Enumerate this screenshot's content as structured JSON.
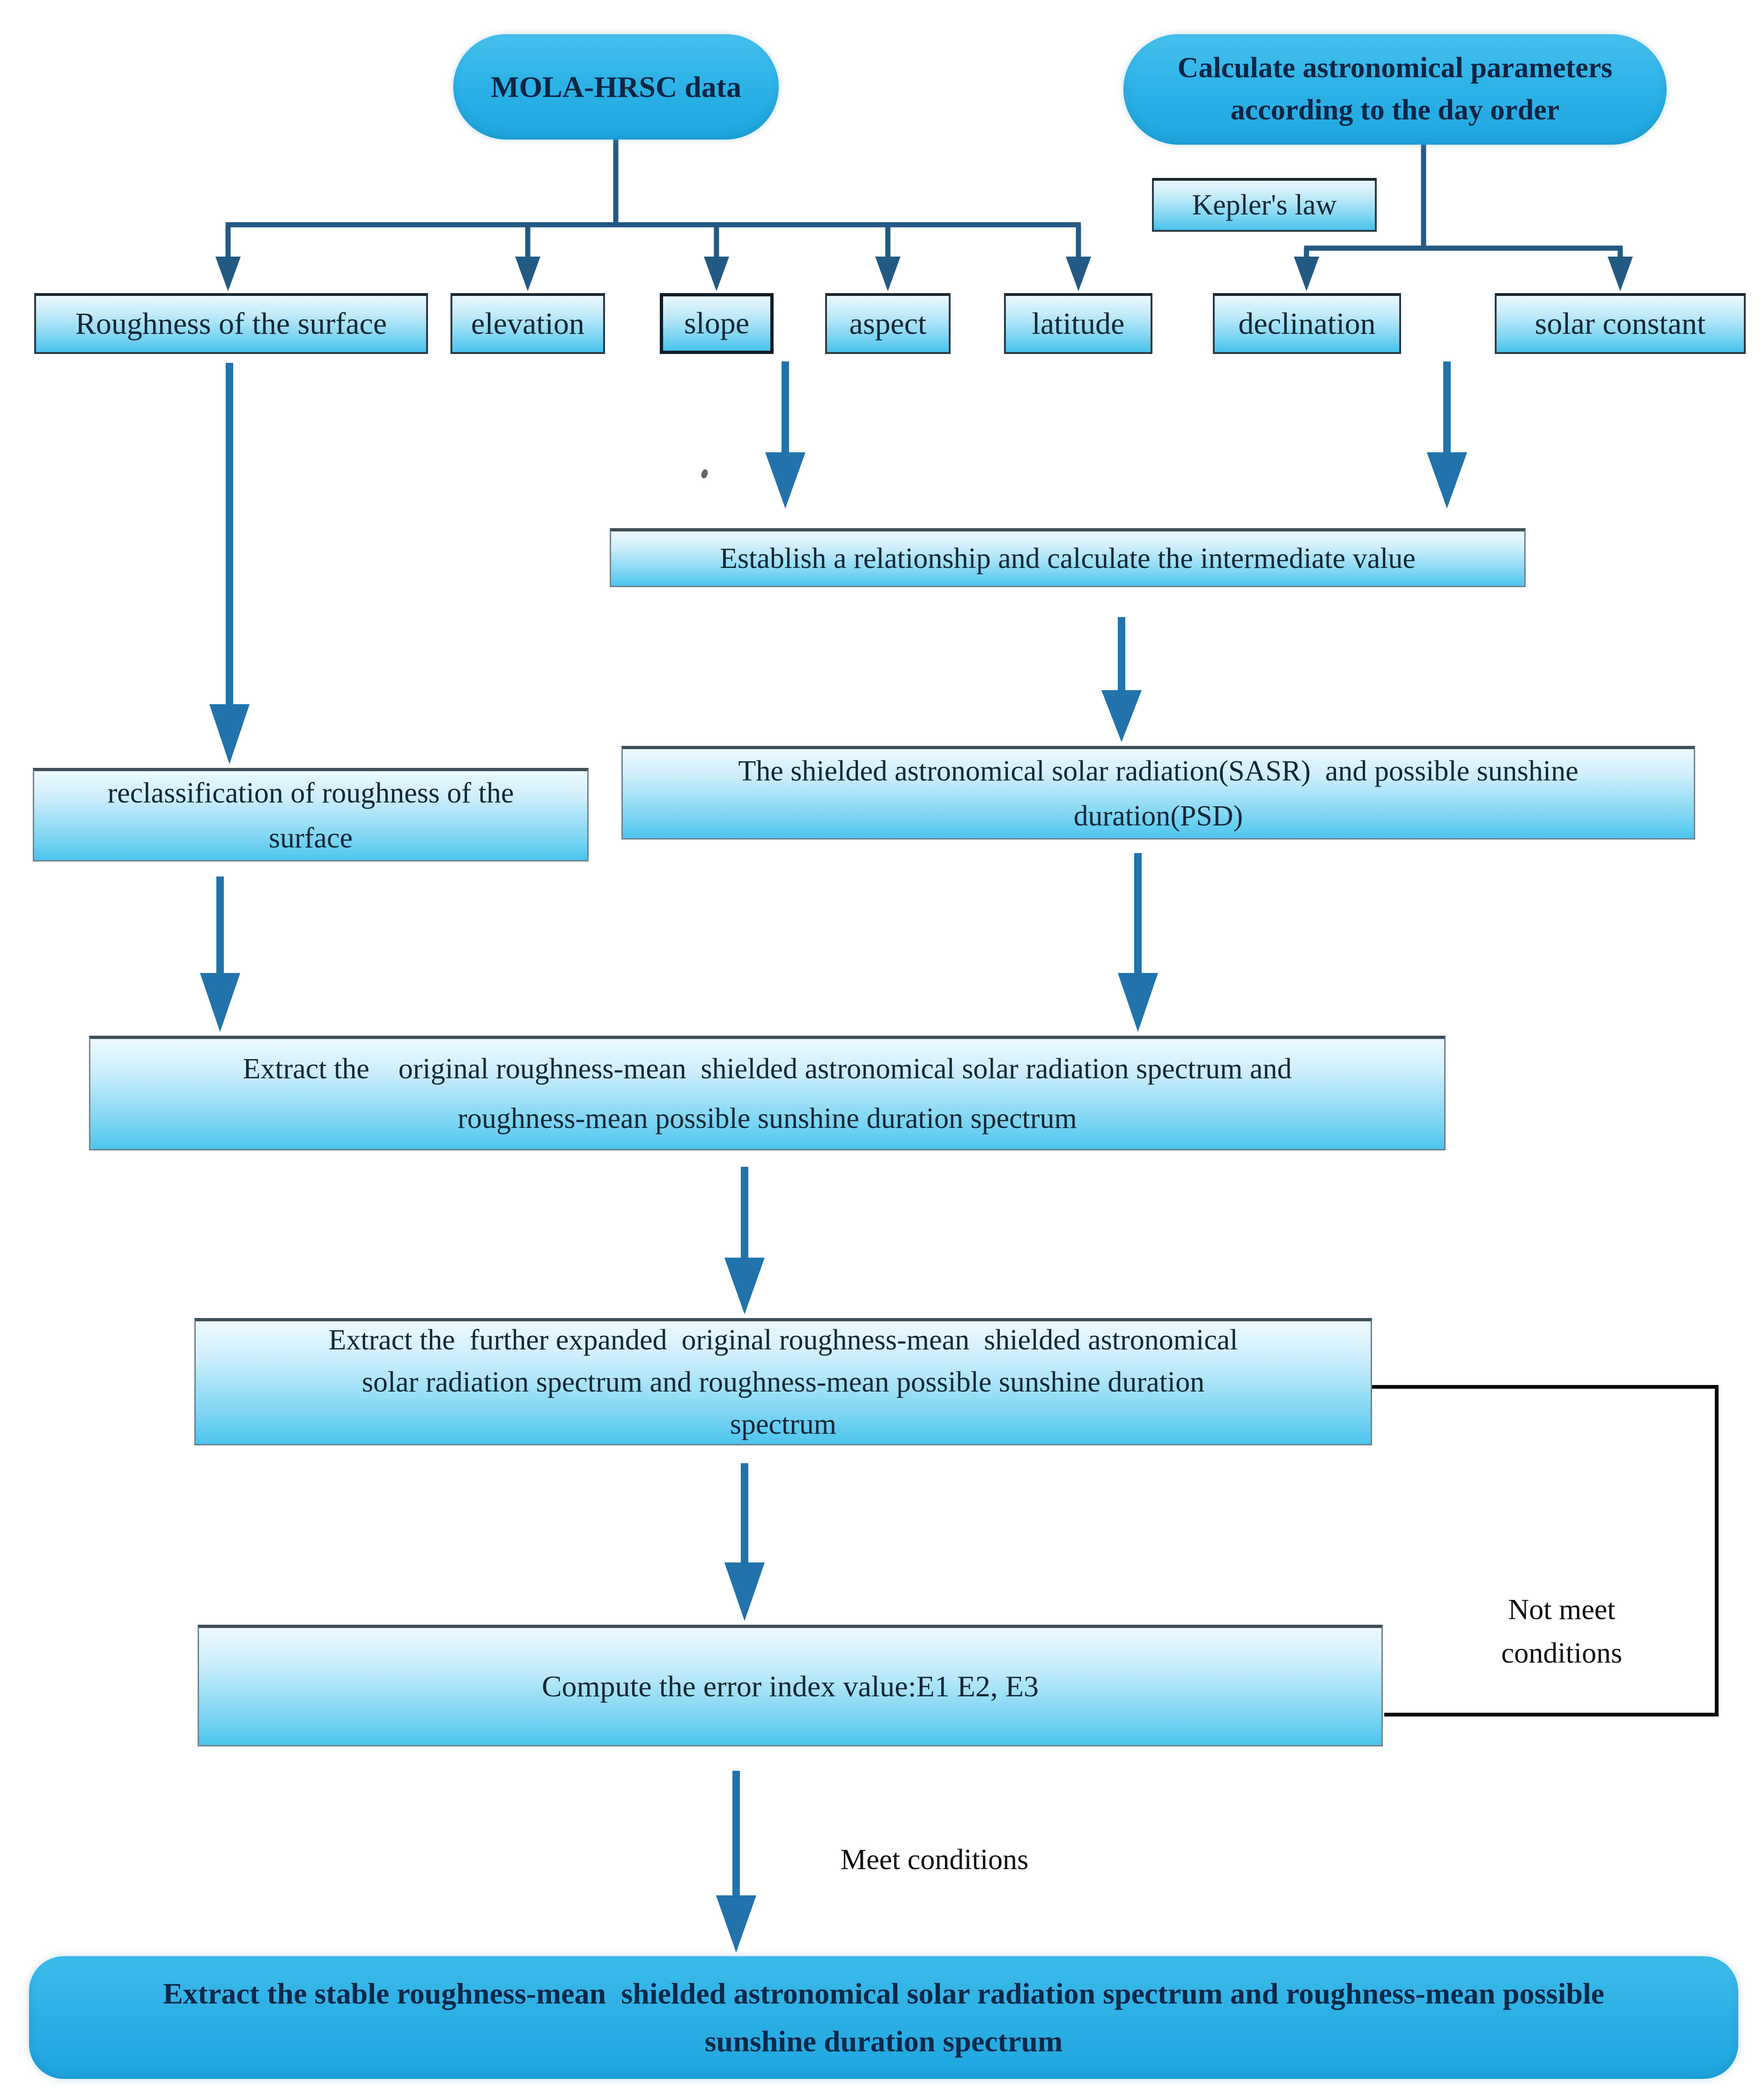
{
  "diagram": {
    "nodes": {
      "mola": "MOLA-HRSC data",
      "calc_params": "Calculate astronomical parameters\naccording to the day order",
      "kepler": "Kepler's law",
      "roughness": "Roughness of the surface",
      "elevation": "elevation",
      "slope": "slope",
      "aspect": "aspect",
      "latitude": "latitude",
      "declination": "declination",
      "solar_constant": "solar constant",
      "establish": "Establish a relationship and calculate the intermediate value",
      "reclassification": "reclassification of roughness of the\nsurface",
      "sasr_psd": "The shielded astronomical solar radiation(SASR)  and possible sunshine\nduration(PSD)",
      "extract_original": "Extract the    original roughness-mean  shielded astronomical solar radiation spectrum and\nroughness-mean possible sunshine duration spectrum",
      "extract_expanded": "Extract the  further expanded  original roughness-mean  shielded astronomical\nsolar radiation spectrum and roughness-mean possible sunshine duration\nspectrum",
      "compute_error": "Compute the error index value:E1 E2, E3",
      "extract_stable": "Extract the stable roughness-mean  shielded astronomical solar radiation spectrum and roughness-mean possible\nsunshine duration spectrum"
    },
    "edge_labels": {
      "not_meet": "Not meet\nconditions",
      "meet": "Meet conditions"
    },
    "colors": {
      "terminator_fill": "#2db3e8",
      "box_gradient_top": "#eaf8fe",
      "box_gradient_bottom": "#46c2ec",
      "connector": "#235a84",
      "thick_arrow": "#2273ab",
      "loop_line": "#0a0a0a",
      "text": "#122736"
    }
  }
}
